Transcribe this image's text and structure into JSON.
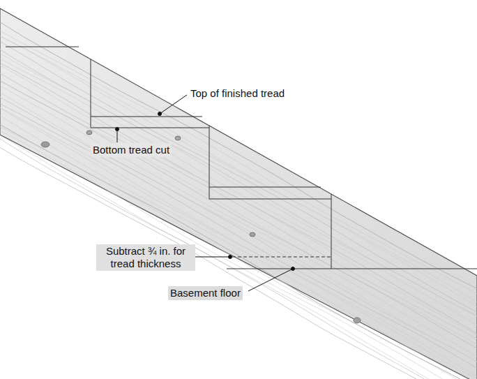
{
  "diagram": {
    "labels": [
      "Top of finished tread",
      "Bottom tread cut",
      "Subtract ¾ in. for tread thickness",
      "Basement floor"
    ]
  }
}
